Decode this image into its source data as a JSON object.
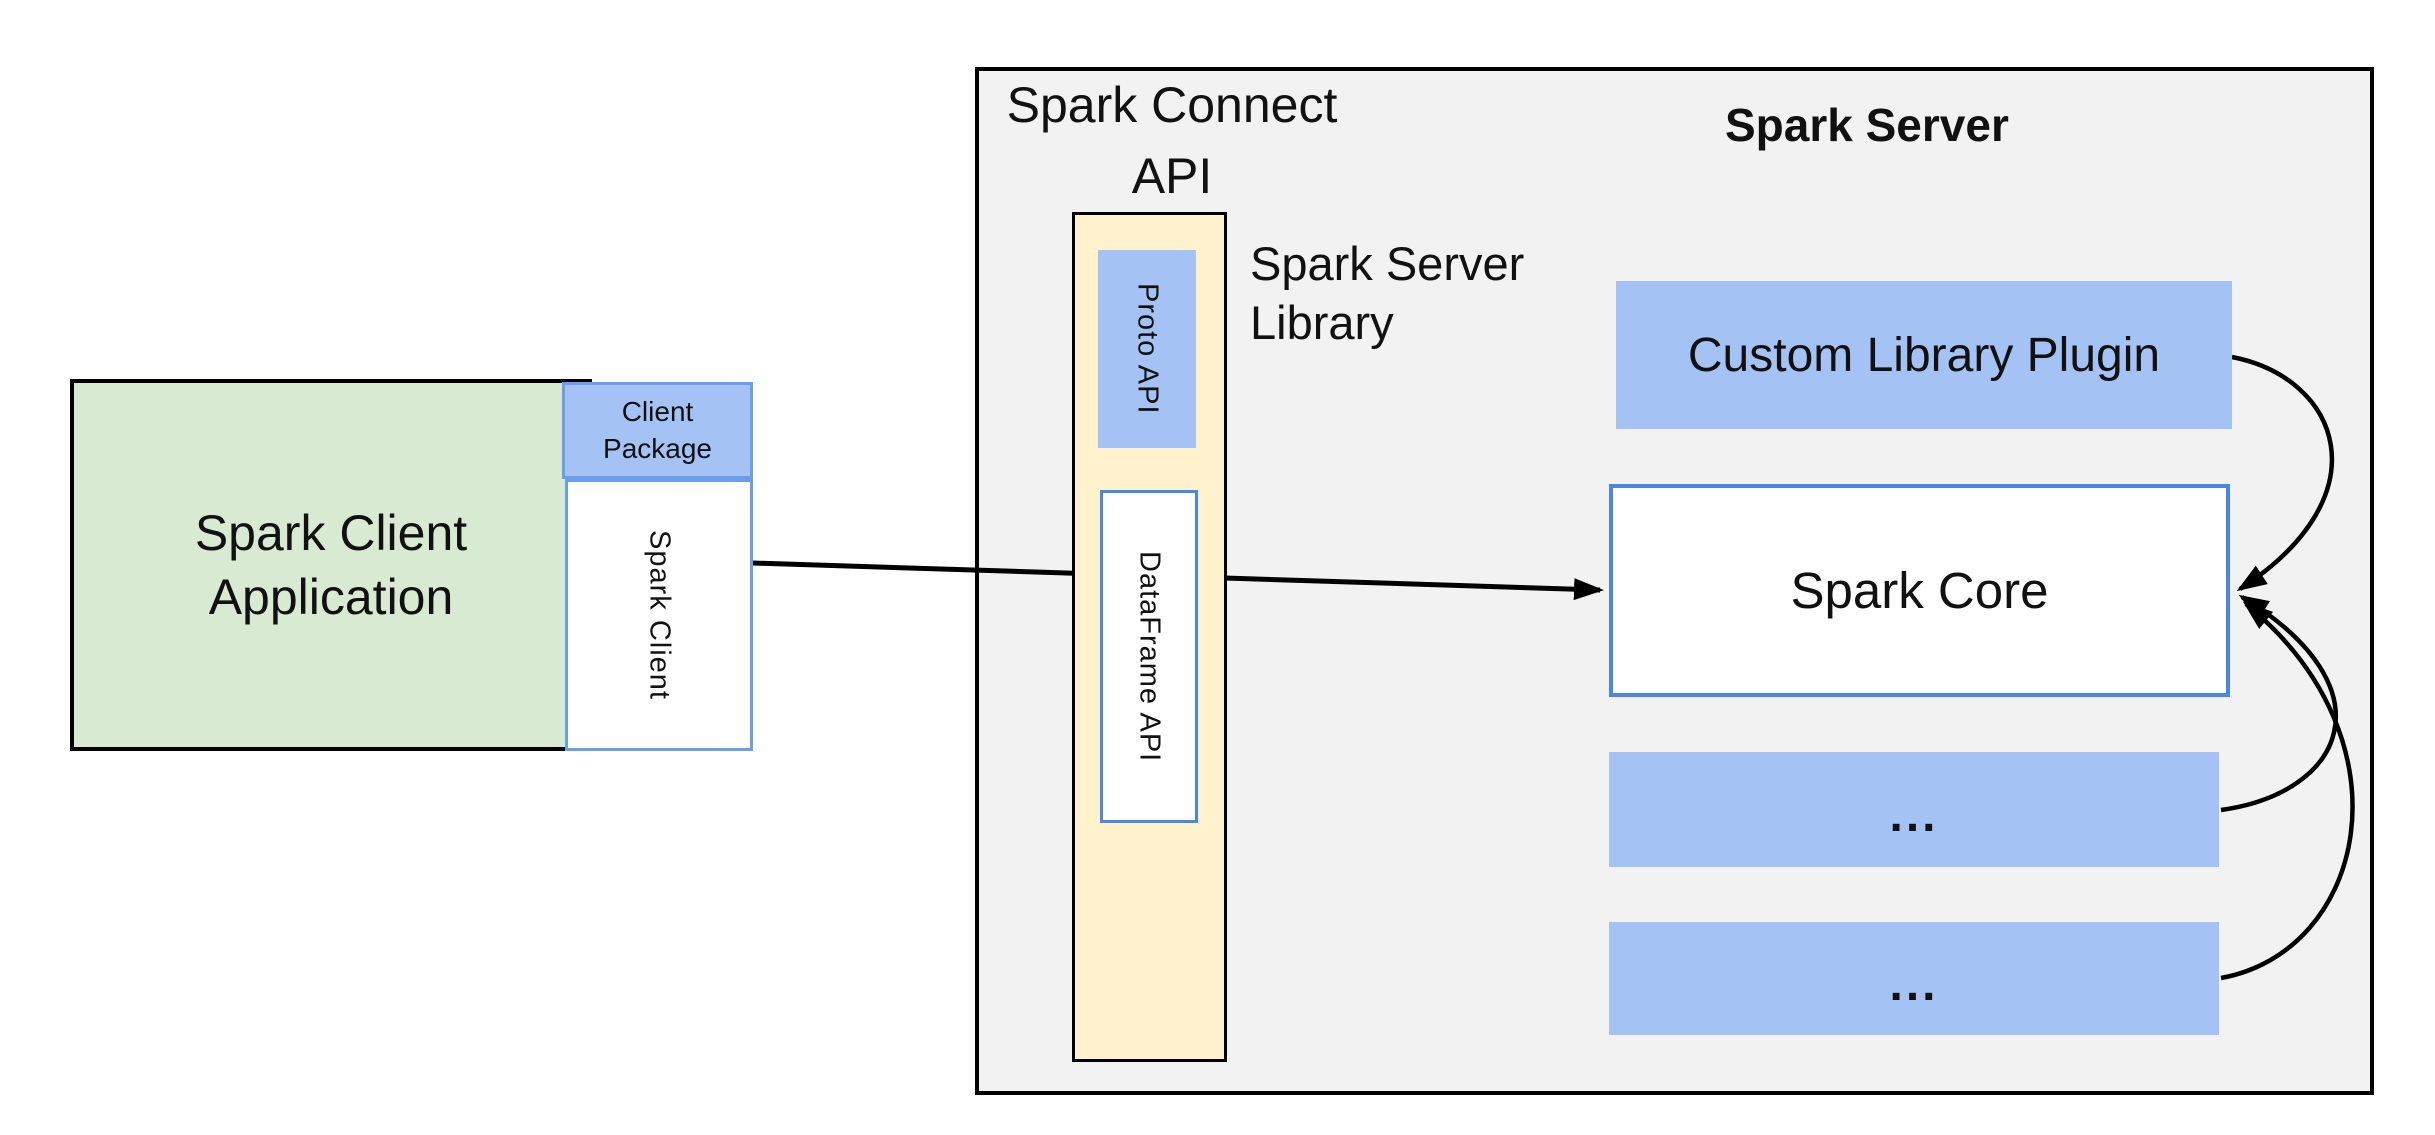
{
  "diagram": {
    "client": {
      "app_label_lines": [
        "Spark Client",
        "Application"
      ],
      "package_label_lines": [
        "Client",
        "Package"
      ],
      "spark_client_label": "Spark Client"
    },
    "connect_api": {
      "title_lines": [
        "Spark Connect",
        "API"
      ],
      "proto_api_label": "Proto API",
      "dataframe_api_label": "DataFrame API",
      "library_label_lines": [
        "Spark Server",
        "Library"
      ]
    },
    "server": {
      "title": "Spark Server",
      "plugin_label": "Custom Library Plugin",
      "core_label": "Spark Core",
      "ellipsis_1": "...",
      "ellipsis_2": "..."
    },
    "colors": {
      "green_fill": "#d9ead3",
      "blue_fill": "#a4c2f4",
      "yellow_fill": "#fff2cc",
      "gray_fill": "#f2f2f3",
      "blue_border_strong": "#4a86e8",
      "blue_border_soft": "#6d9eeb",
      "outline": "#000000",
      "arrow": "#000000"
    }
  }
}
